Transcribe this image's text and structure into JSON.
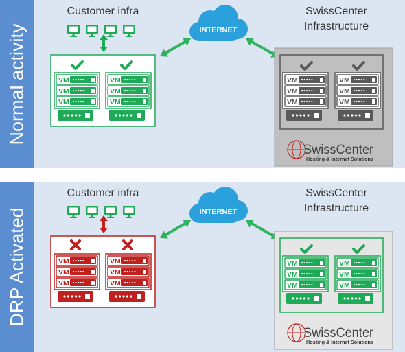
{
  "panels": {
    "normal": {
      "label": "Normal activity",
      "customer_label": "Customer infra",
      "internet_label": "INTERNET",
      "swisscenter_label_line1": "SwissCenter",
      "swisscenter_label_line2": "Infrastructure",
      "vm_label": "VM",
      "logo_text": "SwissCenter",
      "logo_tagline": "Hosting & Internet Solutions",
      "customer_state": "ok",
      "swisscenter_state": "standby"
    },
    "drp": {
      "label": "DRP Activated",
      "customer_label": "Customer infra",
      "internet_label": "INTERNET",
      "swisscenter_label_line1": "SwissCenter",
      "swisscenter_label_line2": "Infrastructure",
      "vm_label": "VM",
      "logo_text": "SwissCenter",
      "logo_tagline": "Hosting & Internet Solutions",
      "customer_state": "failed",
      "swisscenter_state": "active"
    }
  },
  "colors": {
    "sidebar": "#5b8ed1",
    "panel_bg": "#dce6f2",
    "ok_green": "#1eaa57",
    "fail_red": "#c0201e",
    "standby_gray": "#595959",
    "cloud_blue": "#2aa1dc",
    "arrow_green": "#2fb35f"
  }
}
